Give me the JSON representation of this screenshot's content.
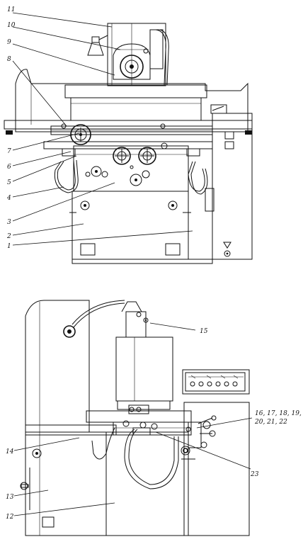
{
  "figure": {
    "top_view_labels": [
      {
        "id": "l11",
        "text": "11"
      },
      {
        "id": "l10",
        "text": "10"
      },
      {
        "id": "l9",
        "text": "9"
      },
      {
        "id": "l8",
        "text": "8"
      },
      {
        "id": "l7",
        "text": "7"
      },
      {
        "id": "l6",
        "text": "6"
      },
      {
        "id": "l5",
        "text": "5"
      },
      {
        "id": "l4",
        "text": "4"
      },
      {
        "id": "l3",
        "text": "3"
      },
      {
        "id": "l2",
        "text": "2"
      },
      {
        "id": "l1",
        "text": "1"
      }
    ],
    "side_view_labels": [
      {
        "id": "l15",
        "text": "15"
      },
      {
        "id": "l16a",
        "text": "16, 17, 18, 19,"
      },
      {
        "id": "l16b",
        "text": "20, 21, 22"
      },
      {
        "id": "l14",
        "text": "14"
      },
      {
        "id": "l13",
        "text": "13"
      },
      {
        "id": "l12",
        "text": "12"
      },
      {
        "id": "l23",
        "text": "23"
      }
    ]
  }
}
